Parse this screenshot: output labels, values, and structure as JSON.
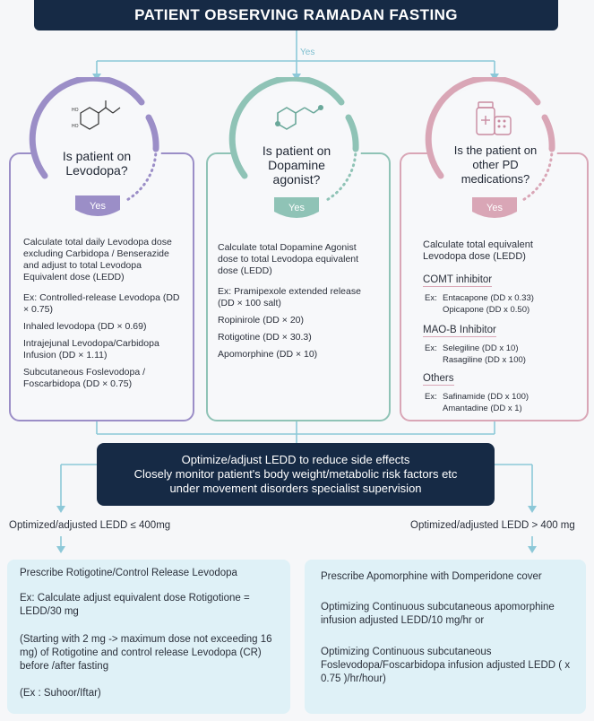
{
  "title": "PATIENT OBSERVING RAMADAN FASTING",
  "top_yes": "Yes",
  "col1": {
    "question": "Is patient on Levodopa?",
    "yes": "Yes",
    "intro": "Calculate total daily Levodopa dose excluding Carbidopa / Benserazide and adjust to total Levodopa Equivalent dose (LEDD)",
    "items": [
      "Ex: Controlled-release Levodopa (DD × 0.75)",
      "Inhaled levodopa (DD × 0.69)",
      "Intrajejunal Levodopa/Carbidopa Infusion (DD × 1.11)",
      "Subcutaneous Foslevodopa / Foscarbidopa (DD × 0.75)"
    ]
  },
  "col2": {
    "question": "Is patient on Dopamine agonist?",
    "yes": "Yes",
    "intro": "Calculate total Dopamine Agonist dose to total Levodopa equivalent dose (LEDD)",
    "items": [
      "Ex: Pramipexole extended release (DD × 100 salt)",
      "Ropinirole (DD × 20)",
      "Rotigotine (DD × 30.3)",
      "Apomorphine (DD × 10)"
    ]
  },
  "col3": {
    "question": "Is the patient on other PD medications?",
    "yes": "Yes",
    "intro": "Calculate total equivalent Levodopa dose (LEDD)",
    "groups": [
      {
        "head": "COMT inhibitor",
        "prefix": "Ex:",
        "items": [
          "Entacapone (DD x 0.33)",
          "Opicapone (DD x 0.50)"
        ]
      },
      {
        "head": "MAO-B Inhibitor",
        "prefix": "Ex:",
        "items": [
          "Selegiline (DD x 10)",
          "Rasagiline (DD x 100)"
        ]
      },
      {
        "head": "Others",
        "prefix": "Ex:",
        "items": [
          "Safinamide (DD x 100)",
          "Amantadine (DD x 1)"
        ]
      }
    ]
  },
  "center": {
    "lines": [
      "Optimize/adjust LEDD to reduce side effects",
      "Closely monitor patient's body weight/metabolic risk factors etc",
      "under movement disorders specialist supervision"
    ]
  },
  "left_branch": {
    "label": "Optimized/adjusted LEDD ≤ 400mg",
    "lines": [
      "Prescribe Rotigotine/Control Release Levodopa",
      "Ex: Calculate adjust equivalent dose Rotigotione = LEDD/30 mg",
      "(Starting with 2 mg -> maximum dose not exceeding 16 mg) of Rotigotine and control release Levodopa (CR) before /after fasting",
      "(Ex : Suhoor/Iftar)"
    ]
  },
  "right_branch": {
    "label": "Optimized/adjusted LEDD > 400 mg",
    "lines": [
      "Prescribe Apomorphine with Domperidone cover",
      "Optimizing  Continuous subcutaneous apomorphine infusion adjusted LEDD/10 mg/hr  or",
      "Optimizing Continuous subcutaneous Foslevodopa/Foscarbidopa infusion adjusted LEDD ( x 0.75 )/hr/hour)"
    ]
  },
  "colors": {
    "navy": "#162a45",
    "purple": "#9b8ec7",
    "teal": "#8fc3b6",
    "pink": "#d9a6b6",
    "connector": "#8cc8d8",
    "panel": "#dff1f7"
  }
}
